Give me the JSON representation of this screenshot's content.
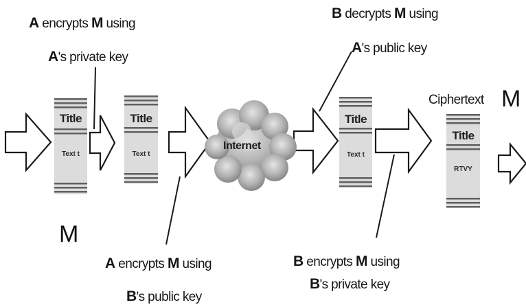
{
  "labels": {
    "top_left": {
      "actor": "A",
      "line1_rest": " encrypts ",
      "msg": "M",
      "line1_end": " using",
      "owner": "A",
      "line2_rest": "'s private key"
    },
    "top_right": {
      "actor": "B",
      "line1_rest": " decrypts ",
      "msg": "M",
      "line1_end": " using",
      "owner": "A",
      "line2_rest": "'s public key"
    },
    "bottom_left": {
      "actor": "A",
      "line1_rest": " encrypts ",
      "msg": "M",
      "line1_end": " using",
      "owner": "B",
      "line2_rest": "'s public key"
    },
    "bottom_right": {
      "actor": "B",
      "line1_rest": " encrypts ",
      "msg": "M",
      "line1_end": " using",
      "owner": "B",
      "line2_rest": "'s private key"
    }
  },
  "message_symbol": "M",
  "ciphertext_label": "Ciphertext",
  "ciphertext_symbol": "M",
  "internet_label": "Internet",
  "documents": [
    {
      "title": "Title",
      "body": "Text t"
    },
    {
      "title": "Title",
      "body": "Text t"
    },
    {
      "title": "Title",
      "body": "Text t"
    },
    {
      "title": "Title",
      "body": "RTVY"
    }
  ]
}
